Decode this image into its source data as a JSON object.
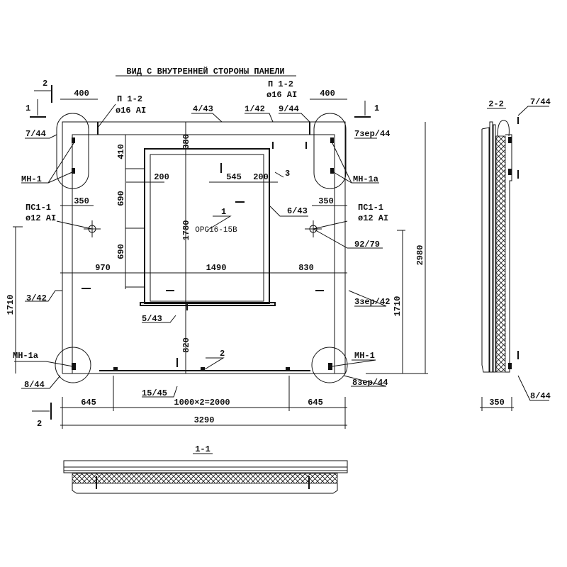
{
  "title": "ВИД С ВНУТРЕННЕЙ СТОРОНЫ ПАНЕЛИ",
  "sections": {
    "s1": "1-1",
    "s2": "2-2",
    "cut1": "1",
    "cut2": "2"
  },
  "labels": {
    "p12_left": "П 1-2",
    "p12_left_d": "ø16 AI",
    "p12_right": "П 1-2",
    "p12_right_d": "ø16 AI",
    "l443": "4/43",
    "l142": "1/42",
    "l944": "9/44",
    "l744": "7/44",
    "l7zer44": "7зер/44",
    "mn1_top": "МН-1",
    "mn1a_top": "МН-1а",
    "pc_left": "ПС1-1",
    "pc_left_d": "ø12 AI",
    "pc_right": "ПС1-1",
    "pc_right_d": "ø12 AI",
    "l3": "3",
    "l643": "6/43",
    "l9279": "92/79",
    "window_num": "1",
    "window_name": "ОРС16-15В",
    "l342": "3/42",
    "l3zer42": "3зер/42",
    "l543": "5/43",
    "mn1a_bot": "МН-1а",
    "mn1_bot": "МН-1",
    "l2": "2",
    "l844": "8/44",
    "l8zer44": "8зер/44",
    "l1545": "15/45",
    "s2_744": "7/44",
    "s2_844": "8/44"
  },
  "dims": {
    "d400l": "400",
    "d400r": "400",
    "d380": "380",
    "d410": "410",
    "d690a": "690",
    "d690b": "690",
    "d200a": "200",
    "d545": "545",
    "d200b": "200",
    "d1780": "1780",
    "d820": "820",
    "d350l": "350",
    "d350r": "350",
    "d970": "970",
    "d1490": "1490",
    "d830": "830",
    "d1710l": "1710",
    "d1710r": "1710",
    "d2980": "2980",
    "d645l": "645",
    "d2000": "1000×2=2000",
    "d645r": "645",
    "d3290": "3290",
    "d350s": "350"
  }
}
